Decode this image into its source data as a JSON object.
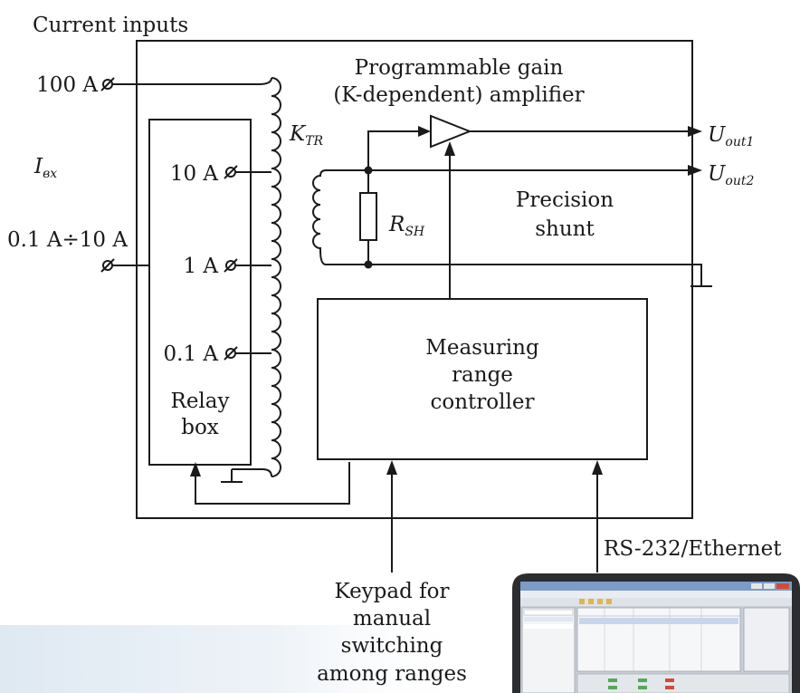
{
  "labels": {
    "current_inputs": "Current inputs",
    "input_100a": "100 A",
    "i_bx_main": "I",
    "i_bx_sub": "вх",
    "input_range": "0.1 A÷10 A",
    "amp_title_1": "Programmable gain",
    "amp_title_2": "(K-dependent) amplifier",
    "ktr_main": "K",
    "ktr_sub": "TR",
    "tap_10a": "10 A",
    "tap_1a": "1 A",
    "tap_01a": "0.1 A",
    "relay_1": "Relay",
    "relay_2": "box",
    "rsh_main": "R",
    "rsh_sub": "SH",
    "shunt_1": "Precision",
    "shunt_2": "shunt",
    "uout1_main": "U",
    "uout1_sub": "out1",
    "uout2_main": "U",
    "uout2_sub": "out2",
    "mrc_1": "Measuring",
    "mrc_2": "range",
    "mrc_3": "controller",
    "rs232": "RS-232/Ethernet",
    "keypad_1": "Keypad for",
    "keypad_2": "manual",
    "keypad_3": "switching",
    "keypad_4": "among ranges"
  }
}
